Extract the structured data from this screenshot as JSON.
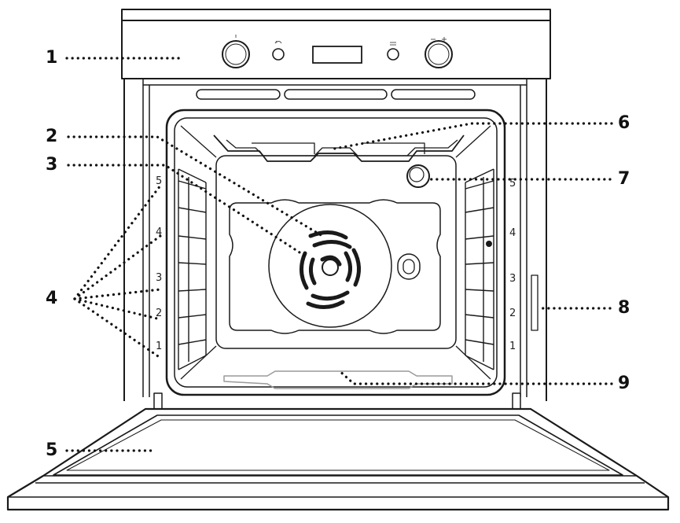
{
  "callouts": {
    "c1": "1",
    "c2": "2",
    "c3": "3",
    "c4": "4",
    "c5": "5",
    "c6": "6",
    "c7": "7",
    "c8": "8",
    "c9": "9"
  },
  "shelf_levels": {
    "left": [
      "5",
      "4",
      "3",
      "2",
      "1"
    ],
    "right": [
      "5",
      "4",
      "3",
      "2",
      "1"
    ]
  },
  "colors": {
    "line": "#1a1a1a",
    "leader": "#111111",
    "accent_grey": "#888888"
  }
}
